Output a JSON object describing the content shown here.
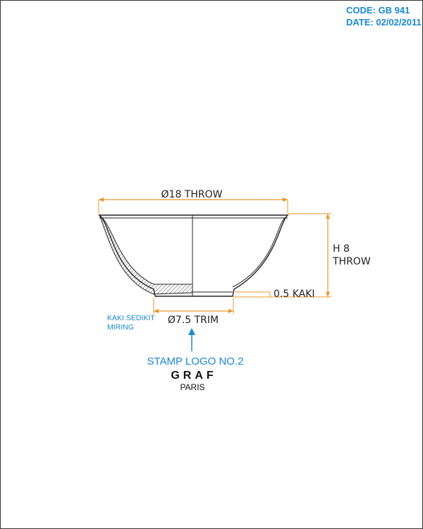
{
  "header": {
    "code": "CODE: GB 941",
    "date": "DATE: 02/02/2011"
  },
  "dimensions": {
    "diameter_top": "Ø18 THROW",
    "height_line1": "H 8",
    "height_line2": "THROW",
    "foot_height": "0.5 KAKI",
    "diameter_foot": "Ø7.5 TRIM"
  },
  "notes": {
    "foot_note_line1": "KAKI SEDIKIT",
    "foot_note_line2": "MIRING"
  },
  "stamp": {
    "label": "STAMP LOGO NO.2",
    "brand": "GRAF",
    "city": "PARIS"
  },
  "colors": {
    "dimension_line": "#e8962a",
    "annotation": "#1a88d0",
    "outline": "#222222"
  }
}
